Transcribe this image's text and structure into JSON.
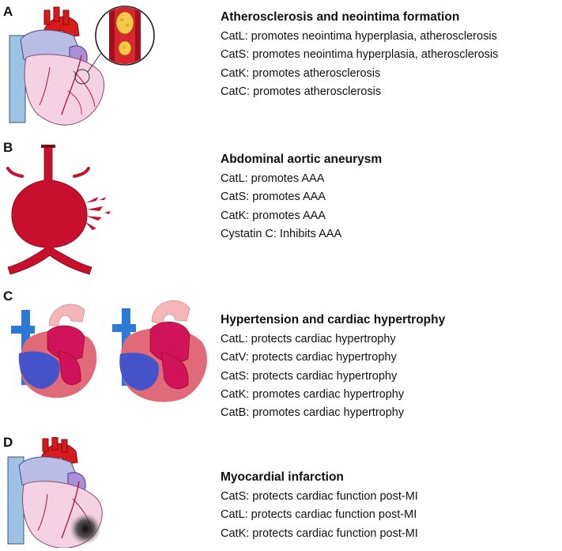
{
  "colors": {
    "artery_red": "#c8102e",
    "vessel_blue": "#7fb5dc",
    "heart_pink": "#f4d6e6",
    "atrium_purple": "#b7b4e6",
    "lv_magenta": "#d01458",
    "rv_blue": "#4e62c9"
  },
  "panels": [
    {
      "letter": "A",
      "heading": "Atherosclerosis and neointima formation",
      "items": [
        "CatL: promotes neointima hyperplasia, atherosclerosis",
        "CatS: promotes neointima hyperplasia, atherosclerosis",
        "CatK: promotes atherosclerosis",
        "CatC: promotes atherosclerosis"
      ]
    },
    {
      "letter": "B",
      "heading": "Abdominal aortic aneurysm",
      "items": [
        "CatL: promotes AAA",
        "CatS: promotes AAA",
        "CatK: promotes AAA",
        "Cystatin C: Inhibits AAA"
      ]
    },
    {
      "letter": "C",
      "heading": "Hypertension and cardiac hypertrophy",
      "items": [
        "CatL: protects cardiac hypertrophy",
        "CatV: protects cardiac hypertrophy",
        "CatS: protects cardiac hypertrophy",
        "CatK: promotes cardiac hypertrophy",
        "CatB: promotes cardiac hypertrophy"
      ]
    },
    {
      "letter": "D",
      "heading": "Myocardial infarction",
      "items": [
        "CatS: protects cardiac function post-MI",
        "CatL: protects cardiac function post-MI",
        "CatK: protects cardiac function post-MI"
      ]
    }
  ]
}
